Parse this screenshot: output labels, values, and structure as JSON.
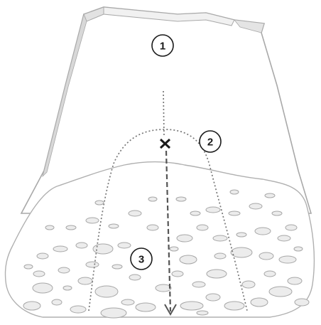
{
  "diagram": {
    "callouts": [
      {
        "id": "1",
        "label": "1"
      },
      {
        "id": "2",
        "label": "2"
      },
      {
        "id": "3",
        "label": "3"
      }
    ],
    "marker_symbol": "cross-icon",
    "colors": {
      "outline": "#a9a9a9",
      "fill": "#ffffff",
      "rock_fill": "#ececec",
      "rock_stroke": "#a7a7a7",
      "path_dotted": "#777777",
      "arrow": "#555555",
      "marker": "#1a1a1a"
    }
  }
}
